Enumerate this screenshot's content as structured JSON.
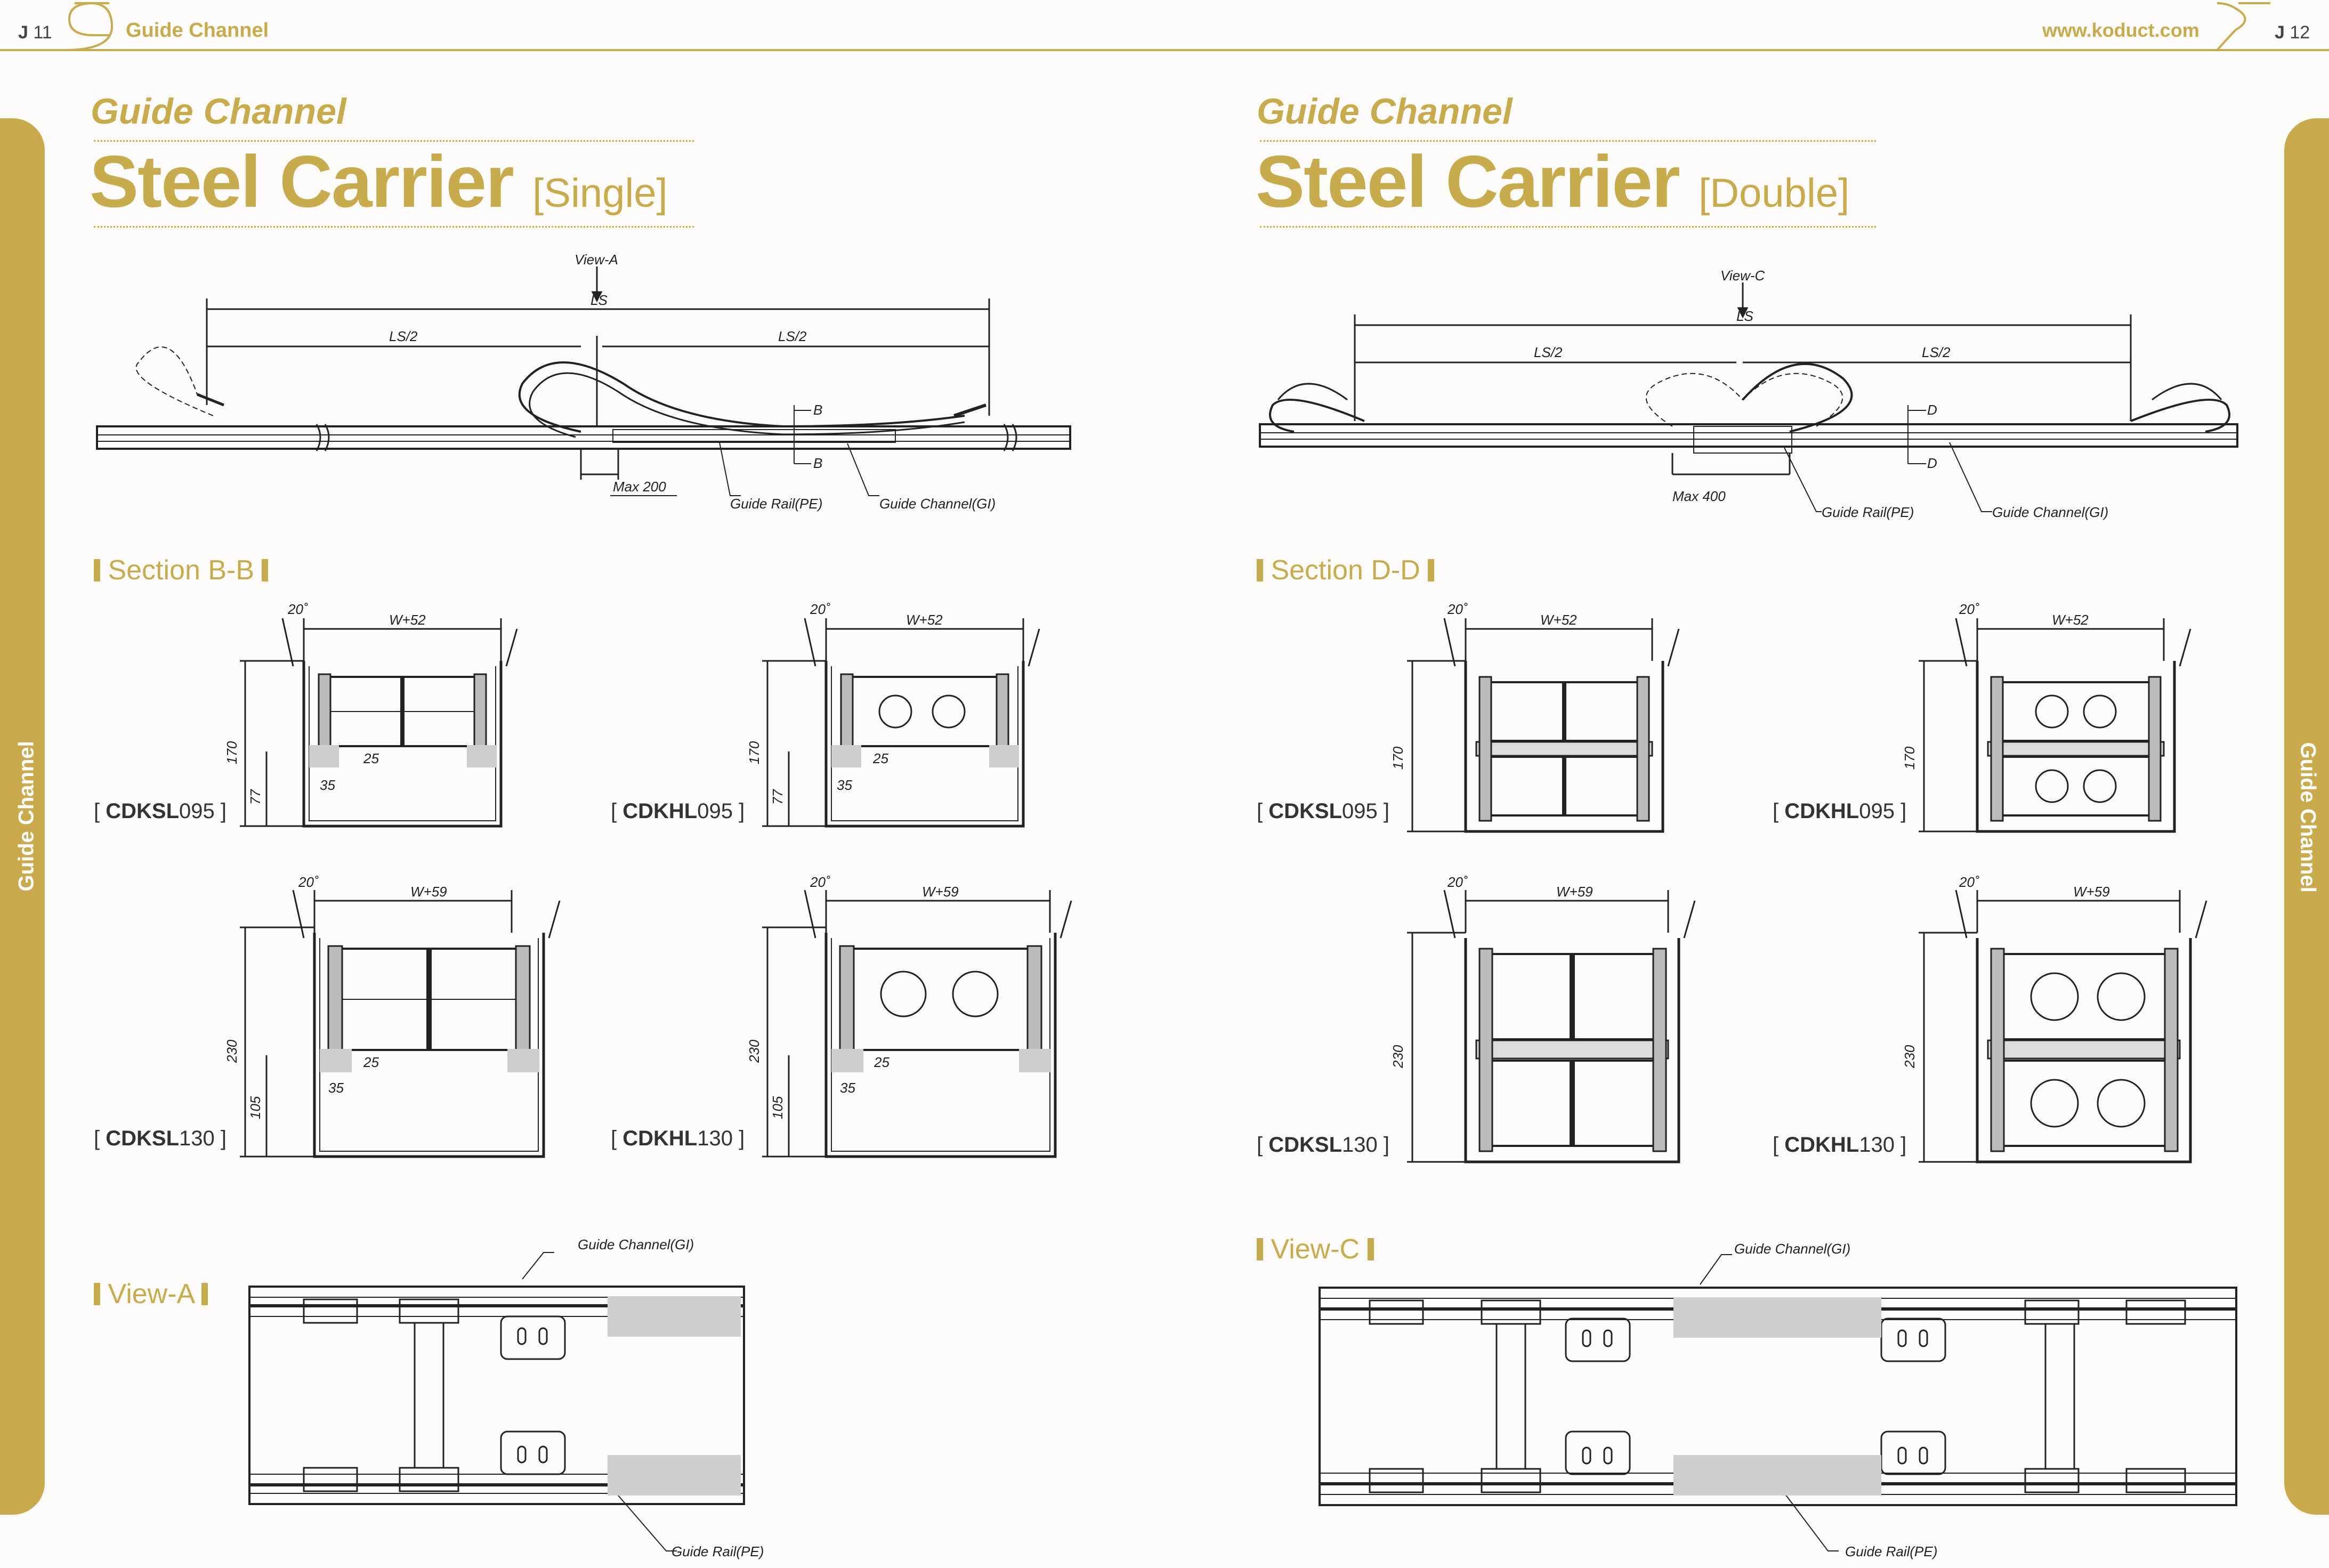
{
  "header": {
    "left_page": {
      "letter": "J",
      "number": "11"
    },
    "left_title": "Guide Channel",
    "url": "www.koduct.com",
    "right_page": {
      "letter": "J",
      "number": "12"
    }
  },
  "side_tabs": {
    "left": "Guide Channel",
    "right": "Guide Channel"
  },
  "left": {
    "kicker": "Guide Channel",
    "title": "Steel Carrier",
    "variant": "[Single]",
    "overview": {
      "view": "View-A",
      "ls": "LS",
      "half_left": "LS/2",
      "half_right": "LS/2",
      "sec_top": "B",
      "sec_bot": "B",
      "max": "Max 200",
      "rail": "Guide Rail(PE)",
      "channel": "Guide Channel(GI)"
    },
    "section_title": "Section B-B",
    "sections": [
      {
        "open": "[ ",
        "code": "CDKSL",
        "num": "095",
        "close": " ]",
        "angle": "20˚",
        "width": "W+52",
        "height": "170",
        "inner": "77",
        "d1": "25",
        "d2": "35"
      },
      {
        "open": "[ ",
        "code": "CDKHL",
        "num": "095",
        "close": " ]",
        "angle": "20˚",
        "width": "W+52",
        "height": "170",
        "inner": "77",
        "d1": "25",
        "d2": "35"
      },
      {
        "open": "[ ",
        "code": "CDKSL",
        "num": "130",
        "close": " ]",
        "angle": "20˚",
        "width": "W+59",
        "height": "230",
        "inner": "105",
        "d1": "25",
        "d2": "35"
      },
      {
        "open": "[ ",
        "code": "CDKHL",
        "num": "130",
        "close": " ]",
        "angle": "20˚",
        "width": "W+59",
        "height": "230",
        "inner": "105",
        "d1": "25",
        "d2": "35"
      }
    ],
    "view_title": "View-A",
    "view": {
      "channel": "Guide Channel(GI)",
      "rail": "Guide Rail(PE)"
    }
  },
  "right": {
    "kicker": "Guide Channel",
    "title": "Steel Carrier",
    "variant": "[Double]",
    "overview": {
      "view": "View-C",
      "ls": "LS",
      "half_left": "LS/2",
      "half_right": "LS/2",
      "sec_top": "D",
      "sec_bot": "D",
      "max": "Max 400",
      "rail": "Guide Rail(PE)",
      "channel": "Guide Channel(GI)"
    },
    "section_title": "Section D-D",
    "sections": [
      {
        "open": "[ ",
        "code": "CDKSL",
        "num": "095",
        "close": " ]",
        "angle": "20˚",
        "width": "W+52",
        "height": "170"
      },
      {
        "open": "[ ",
        "code": "CDKHL",
        "num": "095",
        "close": " ]",
        "angle": "20˚",
        "width": "W+52",
        "height": "170"
      },
      {
        "open": "[ ",
        "code": "CDKSL",
        "num": "130",
        "close": " ]",
        "angle": "20˚",
        "width": "W+59",
        "height": "230"
      },
      {
        "open": "[ ",
        "code": "CDKHL",
        "num": "130",
        "close": " ]",
        "angle": "20˚",
        "width": "W+59",
        "height": "230"
      }
    ],
    "view_title": "View-C",
    "view": {
      "channel": "Guide Channel(GI)",
      "rail": "Guide Rail(PE)"
    }
  },
  "colors": {
    "accent": "#c8ab4c",
    "line": "#222222",
    "fill": "#cfcfcf"
  }
}
